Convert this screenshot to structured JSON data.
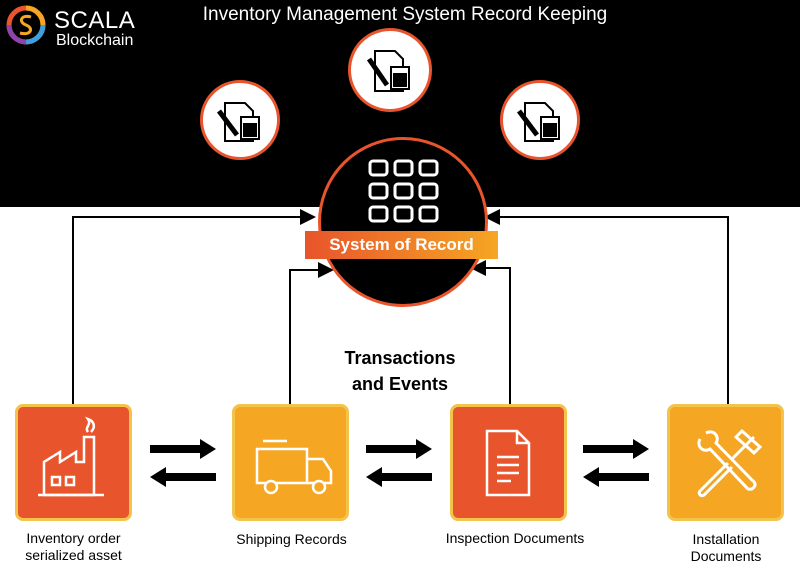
{
  "logo": {
    "line1": "SCALA",
    "line2": "Blockchain"
  },
  "title": "Inventory Management System Record Keeping",
  "center": {
    "label": "System of Record"
  },
  "middle_text": {
    "line1": "Transactions",
    "line2": "and Events"
  },
  "nodes": [
    {
      "label_line1": "Inventory order",
      "label_line2": "serialized asset",
      "icon": "factory-icon"
    },
    {
      "label_line1": "Shipping Records",
      "label_line2": "",
      "icon": "truck-icon"
    },
    {
      "label_line1": "Inspection Documents",
      "label_line2": "",
      "icon": "document-icon"
    },
    {
      "label_line1": "Installation",
      "label_line2": "Documents",
      "icon": "wrench-hammer-icon"
    }
  ],
  "colors": {
    "accent_red": "#e8542b",
    "accent_yellow": "#f5a623",
    "band": "#000000"
  }
}
